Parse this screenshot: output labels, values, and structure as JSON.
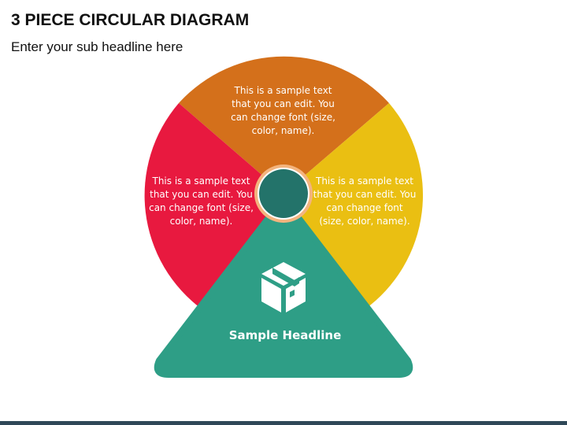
{
  "header": {
    "title": "3 PIECE CIRCULAR DIAGRAM",
    "subtitle": "Enter your sub headline here"
  },
  "segments": [
    {
      "id": "top",
      "text": "This is a sample text that you can edit. You can change font (size, color, name).",
      "color": "#d4701b"
    },
    {
      "id": "left",
      "text": "This is a sample text that you can edit. You can change font (size, color, name).",
      "color": "#e8193f"
    },
    {
      "id": "right",
      "text": "This is a sample text that you can edit. You can change font (size, color, name).",
      "color": "#eabf12"
    }
  ],
  "triangle": {
    "headline": "Sample Headline",
    "color": "#2e9e86",
    "icon": "box-icon"
  },
  "center": {
    "color": "#23736a",
    "ring_color": "#f3b47e"
  },
  "footer": {
    "bar_color": "#2f4858"
  }
}
